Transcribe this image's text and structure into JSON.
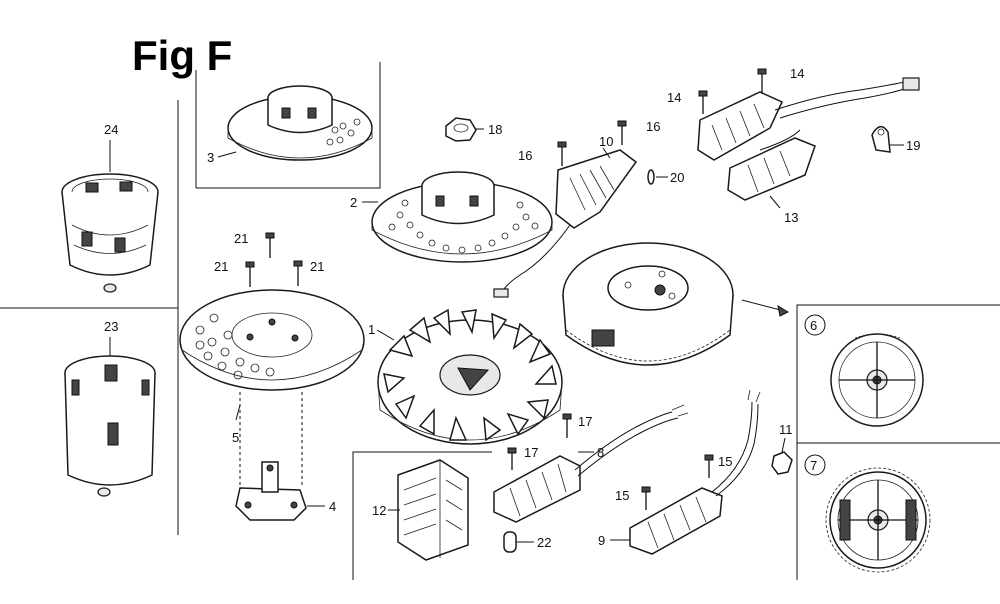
{
  "figure": {
    "title": "Fig F"
  },
  "callouts": {
    "c1": "1",
    "c2": "2",
    "c3": "3",
    "c4": "4",
    "c5": "5",
    "c6": "6",
    "c7": "7",
    "c8": "8",
    "c9": "9",
    "c10": "10",
    "c11": "11",
    "c12": "12",
    "c13": "13",
    "c14a": "14",
    "c14b": "14",
    "c15a": "15",
    "c15b": "15",
    "c16a": "16",
    "c16b": "16",
    "c17a": "17",
    "c17b": "17",
    "c18": "18",
    "c19": "19",
    "c20": "20",
    "c21a": "21",
    "c21b": "21",
    "c21c": "21",
    "c22": "22",
    "c23": "23",
    "c24": "24"
  }
}
